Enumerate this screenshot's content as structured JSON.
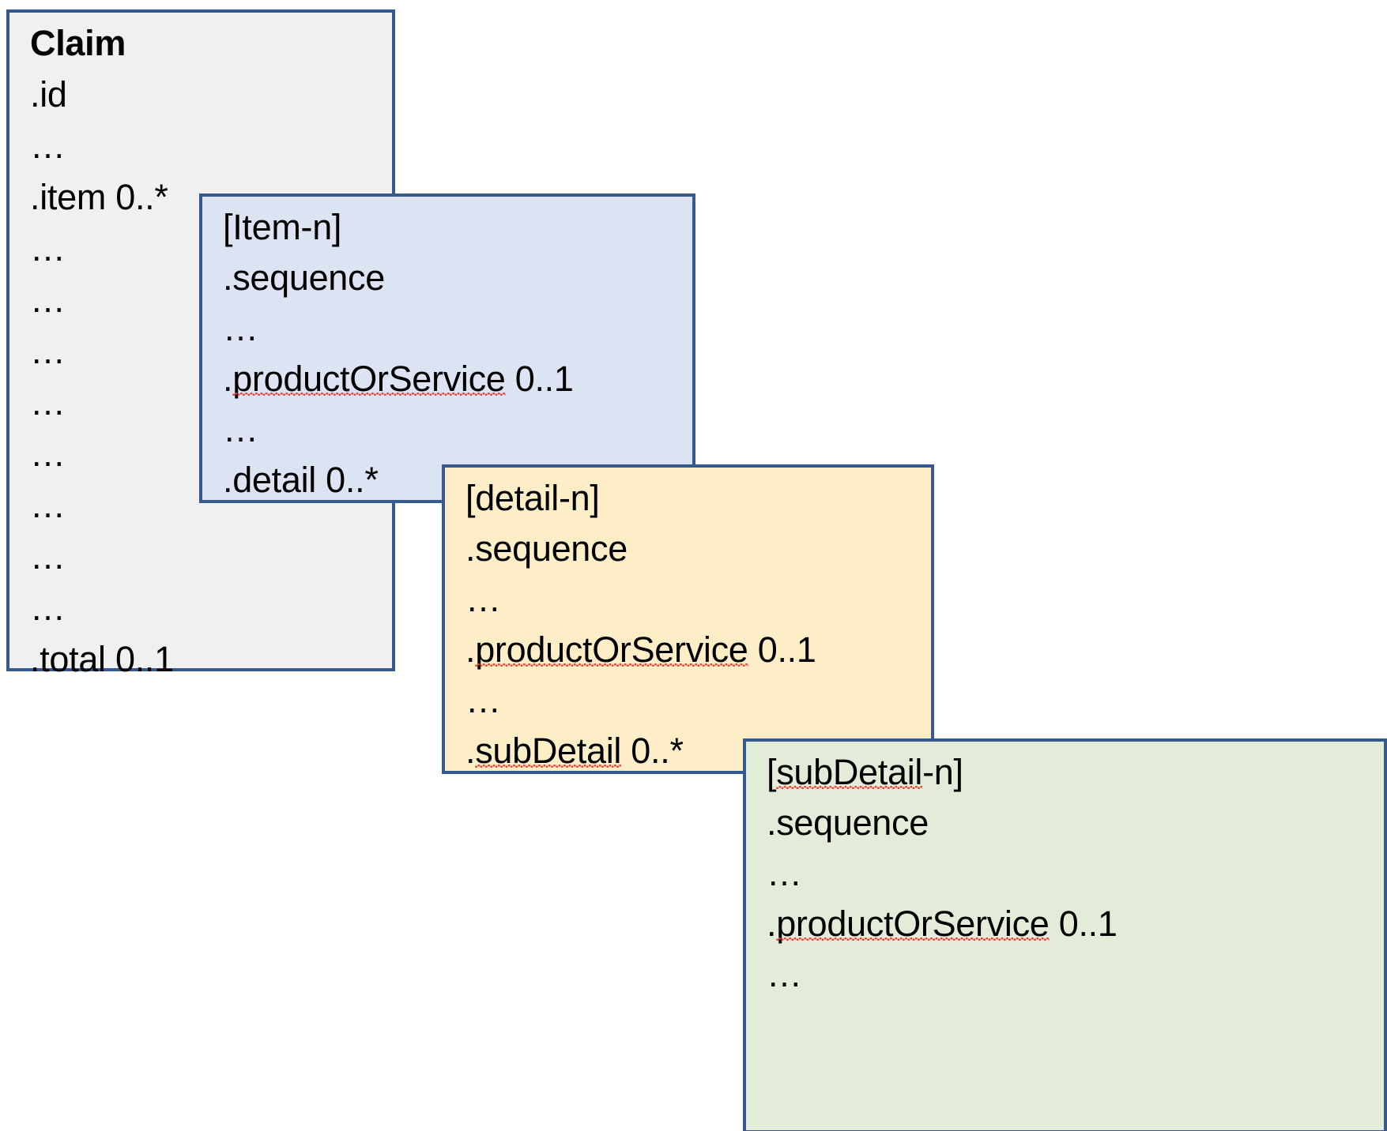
{
  "diagram": {
    "title": "FHIR Claim resource nesting: Claim → item → detail → subDetail",
    "border_color": "#36598f",
    "spellcheck_underline_color": "#e8392f"
  },
  "cards": {
    "claim": {
      "name": "Claim",
      "fill": "#f0f0f0",
      "lines": [
        {
          "text": "Claim",
          "style": "title"
        },
        {
          "text": ".id",
          "style": "field"
        },
        {
          "text": "…",
          "style": "dots"
        },
        {
          "text": ".item 0..*",
          "style": "field"
        },
        {
          "text": "…",
          "style": "dots"
        },
        {
          "text": "…",
          "style": "dots"
        },
        {
          "text": "…",
          "style": "dots"
        },
        {
          "text": "…",
          "style": "dots"
        },
        {
          "text": "…",
          "style": "dots"
        },
        {
          "text": "…",
          "style": "dots"
        },
        {
          "text": "…",
          "style": "dots"
        },
        {
          "text": "…",
          "style": "dots"
        },
        {
          "text": ".total 0..1",
          "style": "field"
        }
      ]
    },
    "item": {
      "name": "Item",
      "fill": "#dce3f2",
      "lines": [
        {
          "text": "[Item-n]",
          "style": "field"
        },
        {
          "text": ".sequence",
          "style": "field"
        },
        {
          "text": "…",
          "style": "dots"
        },
        {
          "text": ".productOrService 0..1",
          "style": "field",
          "misspelled": "productOrService"
        },
        {
          "text": "…",
          "style": "dots"
        },
        {
          "text": ".detail 0..*",
          "style": "field"
        }
      ]
    },
    "detail": {
      "name": "detail",
      "fill": "#fdeec8",
      "lines": [
        {
          "text": "[detail-n]",
          "style": "field"
        },
        {
          "text": ".sequence",
          "style": "field"
        },
        {
          "text": "…",
          "style": "dots"
        },
        {
          "text": ".productOrService 0..1",
          "style": "field",
          "misspelled": "productOrService"
        },
        {
          "text": "…",
          "style": "dots"
        },
        {
          "text": ".subDetail 0..*",
          "style": "field",
          "misspelled": "subDetail"
        }
      ]
    },
    "subdetail": {
      "name": "subDetail",
      "fill": "#e3ecd9",
      "lines": [
        {
          "text": "[subDetail-n]",
          "style": "field",
          "misspelled": "subDetail"
        },
        {
          "text": ".sequence",
          "style": "field"
        },
        {
          "text": "…",
          "style": "dots"
        },
        {
          "text": ".productOrService 0..1",
          "style": "field",
          "misspelled": "productOrService"
        },
        {
          "text": "…",
          "style": "dots"
        }
      ]
    }
  }
}
